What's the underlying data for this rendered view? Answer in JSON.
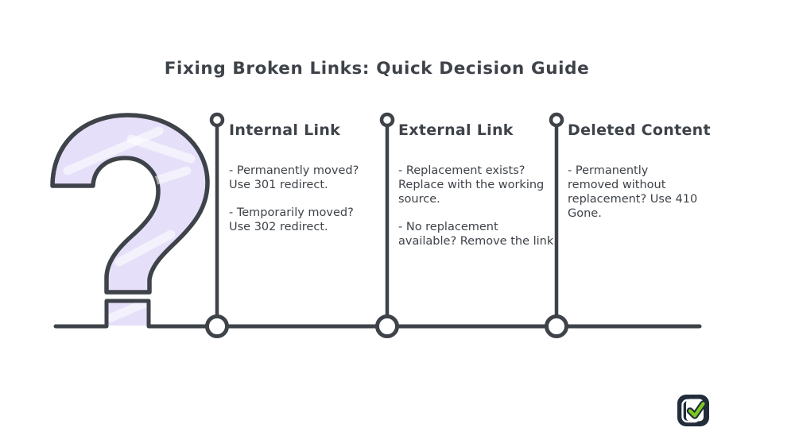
{
  "title": "Fixing Broken Links: Quick Decision Guide",
  "columns": [
    {
      "title": "Internal Link",
      "items": [
        "- Permanently moved?\nUse 301 redirect.",
        "- Temporarily moved?\nUse 302 redirect."
      ]
    },
    {
      "title": "External Link",
      "items": [
        "- Replacement exists?\nReplace with the working\nsource.",
        "- No replacement\navailable? Remove the link."
      ]
    },
    {
      "title": "Deleted Content",
      "items": [
        "- Permanently\nremoved without\nreplacement? Use 410\nGone."
      ]
    }
  ],
  "icons": {
    "left_illustration": "question-mark-illustration",
    "bottom_right_badge": "checklist-check-badge"
  },
  "colors": {
    "ink": "#3e4349",
    "lavender_fill": "#e5dff9",
    "badge_background": "#222d3a",
    "badge_check_green": "#7cc91f",
    "background": "#ffffff"
  }
}
